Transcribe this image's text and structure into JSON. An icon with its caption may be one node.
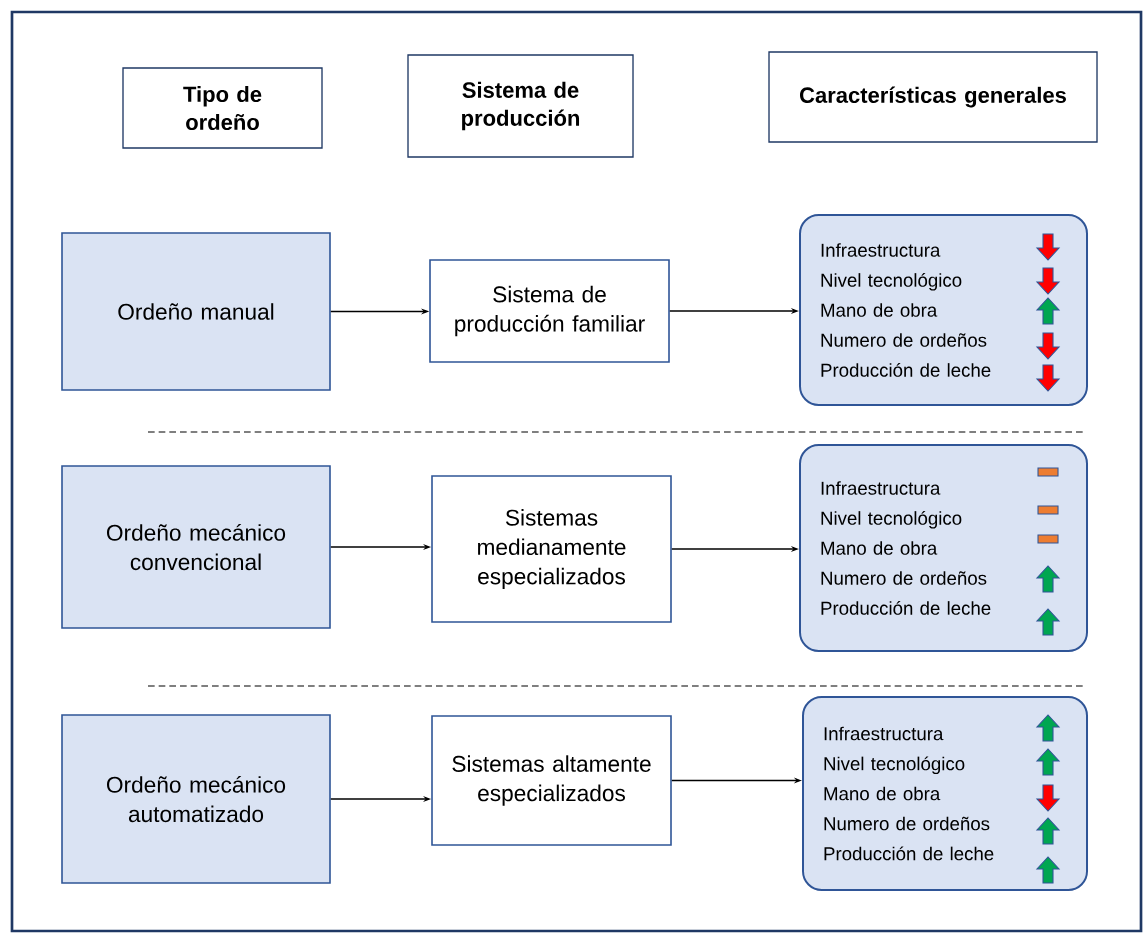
{
  "diagram": {
    "nodes": [
      {
        "text": [
          "Tipo de ordeño"
        ]
      },
      {
        "text": [
          "Sistema de producción"
        ]
      },
      {
        "text": [
          "Características generales"
        ]
      },
      {
        "text": [
          "Ordeño manual"
        ]
      },
      {
        "text": [
          "Sistema de producción familiar"
        ]
      },
      {
        "text": [
          "Infraestructura",
          "Nivel tecnológico",
          "Mano de obra",
          "Numero de ordeños",
          "Producción de leche"
        ]
      },
      {
        "text": [
          "Ordeño mecánico convencional"
        ]
      },
      {
        "text": [
          "Sistemas medianamente especializados"
        ]
      },
      {
        "text": [
          "Infraestructura",
          "Nivel tecnológico",
          "Mano de obra",
          "Numero de ordeños",
          "Producción de leche"
        ]
      },
      {
        "text": [
          "Ordeño mecánico automatizado"
        ]
      },
      {
        "text": [
          "Sistemas altamente especializados"
        ]
      },
      {
        "text": [
          "Infraestructura",
          "Nivel tecnológico",
          "Mano de obra",
          "Numero de ordeños",
          "Producción de leche"
        ]
      }
    ],
    "edges": [
      {
        "from": 3,
        "to": 4,
        "arrow": "to"
      },
      {
        "from": 4,
        "to": 5,
        "arrow": "to"
      },
      {
        "from": 6,
        "to": 7,
        "arrow": "to"
      },
      {
        "from": 7,
        "to": 8,
        "arrow": "to"
      },
      {
        "from": 9,
        "to": 10,
        "arrow": "to"
      },
      {
        "from": 10,
        "to": 11,
        "arrow": "to"
      }
    ]
  }
}
